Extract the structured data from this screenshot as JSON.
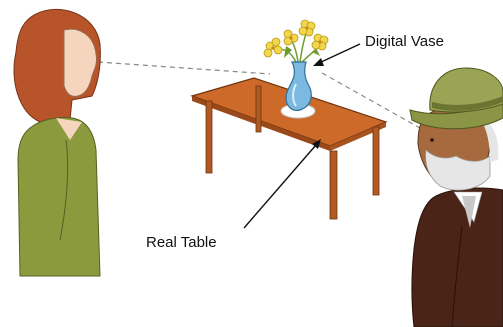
{
  "labels": {
    "digital_vase": "Digital Vase",
    "real_table": "Real Table"
  },
  "colors": {
    "hair": "#b8542a",
    "skin_woman": "#f6d5be",
    "woman_top": "#8b9a3d",
    "table_top": "#cd6a2a",
    "table_leg": "#b25a21",
    "vase_glass": "#7bb9e0",
    "flower": "#f2d64b",
    "leaf": "#6f9a2e",
    "hat": "#8b9546",
    "skin_man": "#a66a3e",
    "beard": "#e6e6e6",
    "coat": "#4a2416",
    "sightline": "#8a8a8a"
  },
  "icons": [
    "woman-figure",
    "man-with-hat-figure",
    "table",
    "digital-vase",
    "flowers"
  ]
}
